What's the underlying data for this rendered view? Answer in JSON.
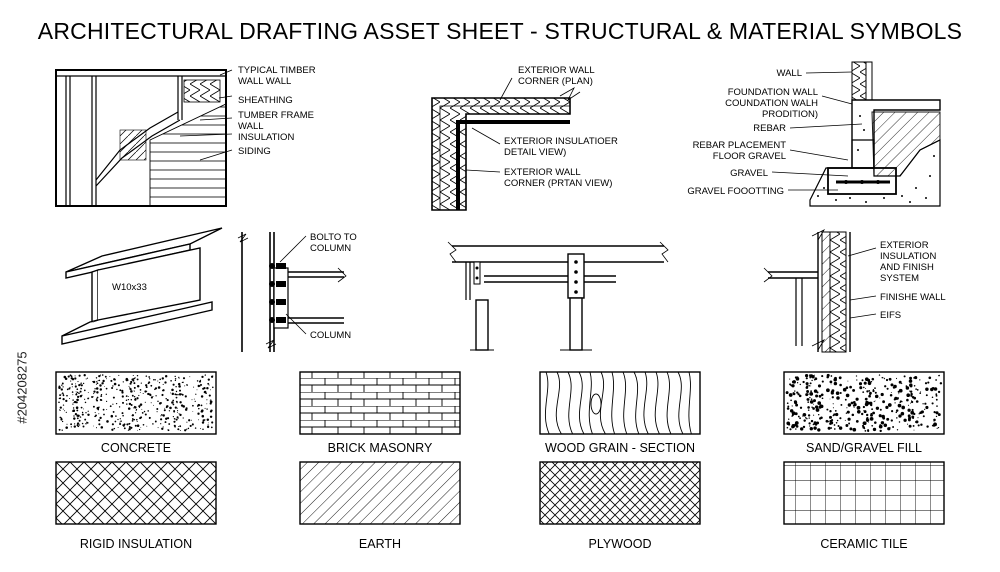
{
  "sheet": {
    "title": "ARCHITECTURAL DRAFTING ASSET SHEET - STRUCTURAL & MATERIAL SYMBOLS",
    "stock_id": "#204208275"
  },
  "details": {
    "timber_wall": {
      "labels": [
        "TYPICAL TIMBER",
        "WALL WALL",
        "SHEATHING",
        "TUMBER FRAME",
        "WALL",
        "INSULATION",
        "SIDING"
      ]
    },
    "exterior_corner": {
      "labels": [
        "EXTERIOR WALL",
        "CORNER (PLAN)",
        "EXTERIOR INSULATIOER",
        "DETAIL VIEW)",
        "EXTERIOR WALL",
        "CORNER (PRTAN VIEW)"
      ]
    },
    "foundation": {
      "labels": [
        "WALL",
        "FOUNDATION WALL",
        "COUNDATION WALH",
        "PRODITION)",
        "REBAR",
        "REBAR PLACEMENT",
        "FLOOR GRAVEL",
        "GRAVEL",
        "GRAVEL FOOOTTING"
      ]
    },
    "i_beam": {
      "label": "W10x33"
    },
    "bolted_column": {
      "labels": [
        "BOLTO TO",
        "COLUMN",
        "COLUMN"
      ]
    },
    "eifs_wall": {
      "labels": [
        "EXTERIOR",
        "INSULATION",
        "AND FINISH",
        "SYSTEM",
        "FINISHE WALL",
        "EIFS"
      ]
    }
  },
  "materials": [
    {
      "name": "CONCRETE",
      "pattern": "concrete"
    },
    {
      "name": "BRICK MASONRY",
      "pattern": "brick"
    },
    {
      "name": "WOOD GRAIN - SECTION",
      "pattern": "wood"
    },
    {
      "name": "SAND/GRAVEL FILL",
      "pattern": "sand"
    },
    {
      "name": "RIGID INSULATION",
      "pattern": "crosshatch"
    },
    {
      "name": "EARTH",
      "pattern": "diagonal"
    },
    {
      "name": "PLYWOOD",
      "pattern": "crosshatch-fine"
    },
    {
      "name": "CERAMIC TILE",
      "pattern": "grid"
    }
  ]
}
